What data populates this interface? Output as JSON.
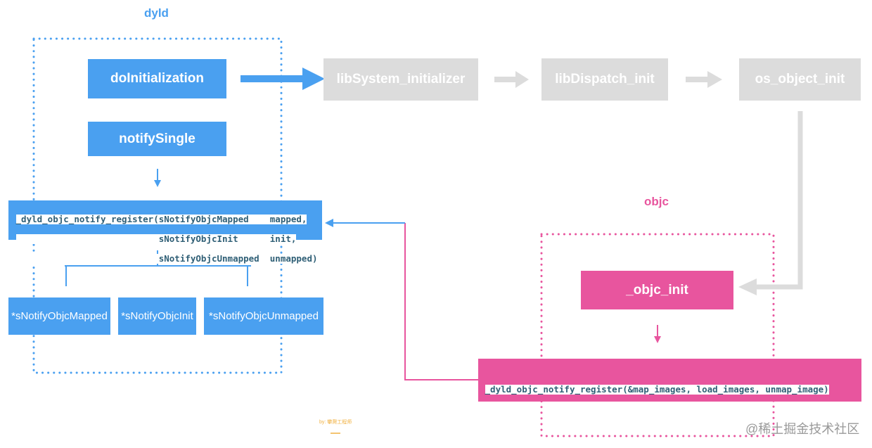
{
  "dyld": {
    "title": "dyld",
    "color": "#4aa0f0",
    "do_init": "doInitialization",
    "notify_single": "notifySingle",
    "register_lines": [
      "_dyld_objc_notify_register(sNotifyObjcMapped    mapped,",
      "                           sNotifyObjcInit      init,",
      "                           sNotifyObjcUnmapped  unmapped)"
    ],
    "callbacks": [
      "*sNotifyObjcMapped",
      "*sNotifyObjcInit",
      "*sNotifyObjcUnmapped"
    ]
  },
  "chain": [
    "libSystem_initializer",
    "libDispatch_init",
    "os_object_init"
  ],
  "objc": {
    "title": "objc",
    "color": "#e8559e",
    "objc_init": "_objc_init",
    "register_call": "_dyld_objc_notify_register(&map_images, load_images, unmap_image)"
  },
  "footer": {
    "by": "by: 攀爬工程师",
    "watermark": "@稀土掘金技术社区"
  }
}
